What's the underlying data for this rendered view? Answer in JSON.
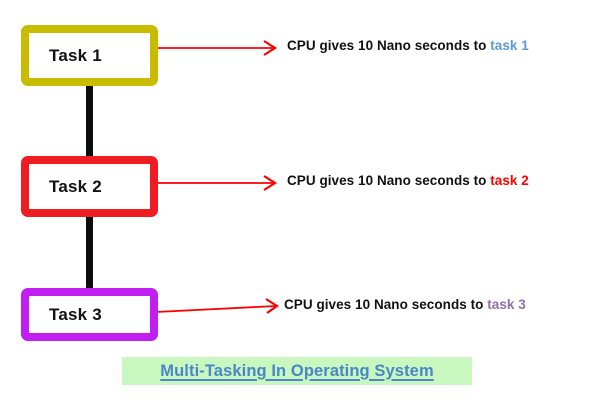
{
  "diagram": {
    "title": "Multi-Tasking In Operating System",
    "title_text_color": "#4a86c8",
    "title_highlight_color": "#c8f7c0",
    "background_color": "#ffffff",
    "connector_color": "#0d0d0d",
    "arrow_color": "#fe0000",
    "nodes": [
      {
        "id": "task-1",
        "label": "Task 1",
        "border_color": "#c9bc00",
        "fill_color": "#ffffff",
        "text_color": "#121212"
      },
      {
        "id": "task-2",
        "label": "Task 2",
        "border_color": "#f01c24",
        "fill_color": "#ffffff",
        "text_color": "#121212"
      },
      {
        "id": "task-3",
        "label": "Task 3",
        "border_color": "#c11ff2",
        "fill_color": "#ffffff",
        "text_color": "#121212"
      }
    ],
    "annotations": [
      {
        "id": "annotation-1",
        "prefix": "CPU gives 10 Nano seconds to ",
        "target": "task 1",
        "target_color": "#5b9bd5"
      },
      {
        "id": "annotation-2",
        "prefix": "CPU gives 10 Nano seconds to ",
        "target": "task 2",
        "target_color": "#fe0000"
      },
      {
        "id": "annotation-3",
        "prefix": "CPU gives 10 Nano seconds to ",
        "target": "task 3",
        "target_color": "#8f6fa8"
      }
    ]
  }
}
